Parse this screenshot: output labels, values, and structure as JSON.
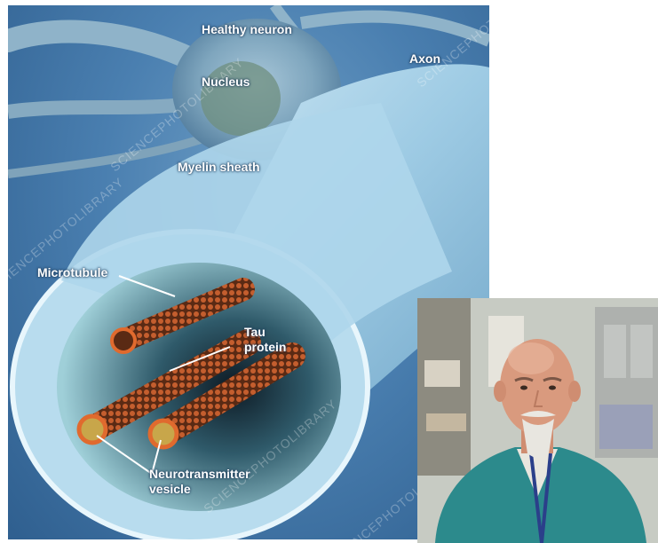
{
  "illustration": {
    "labels": {
      "healthy_neuron": "Healthy neuron",
      "axon": "Axon",
      "nucleus": "Nucleus",
      "myelin_sheath": "Myelin sheath",
      "microtubule": "Microtubule",
      "tau_protein_line1": "Tau",
      "tau_protein_line2": "protein",
      "neurotransmitter_line1": "Neurotransmitter",
      "neurotransmitter_line2": "vesicle"
    },
    "watermarks": [
      "SCIENCEPHOTOLIBRARY",
      "SCIENCEPHOTOLIBRARY",
      "SCIENCEPHOTOLIBRARY",
      "SCIENCEPHOTOLIBRARY",
      "SCIENCEPHOTOLIBRARY"
    ],
    "colors": {
      "background": "#4a7fb0",
      "myelin": "#a9d3ea",
      "microtubule": "#b5522a",
      "label_text": "#ffffff"
    }
  },
  "photo": {
    "subject": "man-in-teal-scrubs",
    "colors": {
      "scrubs": "#2c8a8c",
      "skin": "#d99a7e",
      "beard": "#e8e6e0",
      "background": "#c9ccc4"
    }
  }
}
